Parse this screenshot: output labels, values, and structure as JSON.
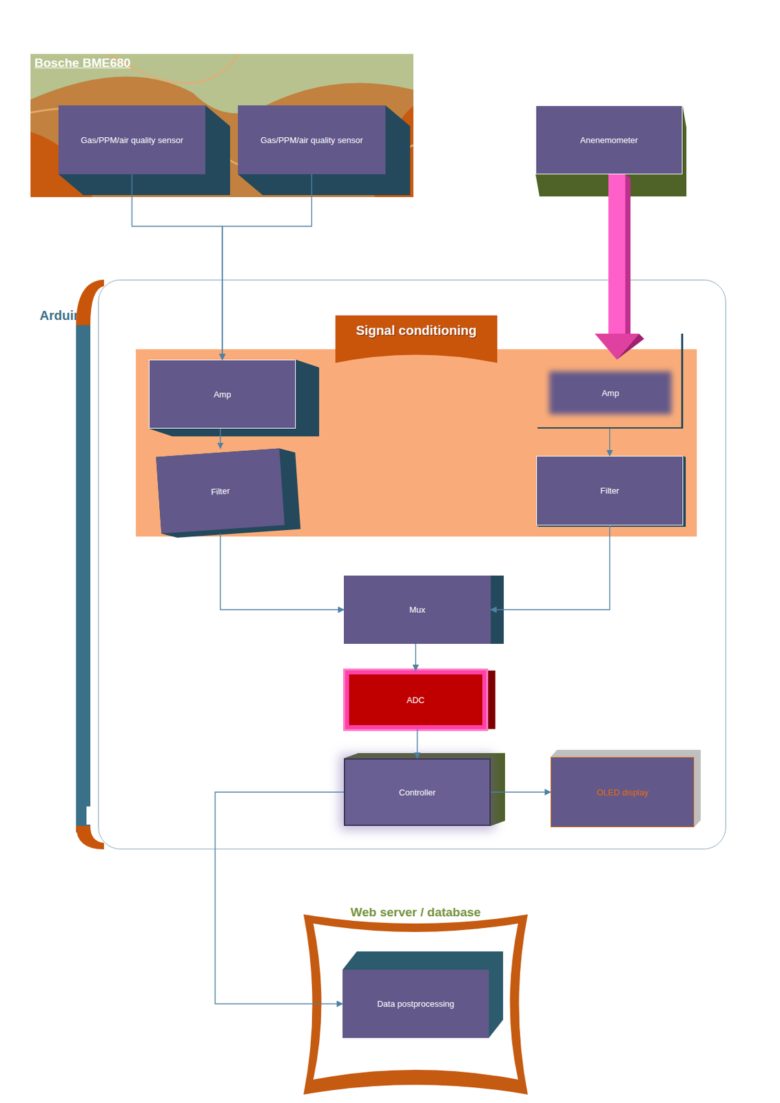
{
  "diagram": {
    "nodes": [
      {
        "text": [
          "Bosche BME680"
        ]
      },
      {
        "text": [
          "Gas/PPM/air quality sensor"
        ],
        "in": 0
      },
      {
        "text": [
          "Gas/PPM/air quality sensor"
        ],
        "in": 0
      },
      {
        "text": [
          "Anenemometer"
        ]
      },
      {
        "text": [
          "Arduino"
        ]
      },
      {
        "text": [
          "Signal conditioning"
        ],
        "in": 4
      },
      {
        "text": [
          "Amp"
        ],
        "in": 5
      },
      {
        "text": [
          "Filter"
        ],
        "in": 5
      },
      {
        "text": [
          "Amp"
        ],
        "in": 5
      },
      {
        "text": [
          "Filter"
        ],
        "in": 5
      },
      {
        "text": [
          "Mux"
        ],
        "in": 4
      },
      {
        "text": [
          "ADC"
        ],
        "in": 4
      },
      {
        "text": [
          "Controller"
        ],
        "in": 4
      },
      {
        "text": [
          "OLED display"
        ],
        "in": 4
      },
      {
        "text": [
          "Web server / database"
        ]
      },
      {
        "text": [
          "Data postprocessing"
        ],
        "in": 14
      }
    ],
    "edges": [
      {
        "from": 1,
        "to": 6,
        "arrow": "to"
      },
      {
        "from": 2,
        "to": 6,
        "arrow": "to"
      },
      {
        "from": 3,
        "to": 8,
        "arrow": "to"
      },
      {
        "from": 6,
        "to": 7,
        "arrow": "to"
      },
      {
        "from": 8,
        "to": 9,
        "arrow": "to"
      },
      {
        "from": 7,
        "to": 10,
        "arrow": "to"
      },
      {
        "from": 9,
        "to": 10,
        "arrow": "to"
      },
      {
        "from": 10,
        "to": 11,
        "arrow": "to"
      },
      {
        "from": 11,
        "to": 12,
        "arrow": "to"
      },
      {
        "from": 12,
        "to": 13,
        "arrow": "to"
      },
      {
        "from": 12,
        "to": 15,
        "arrow": "to"
      }
    ]
  }
}
